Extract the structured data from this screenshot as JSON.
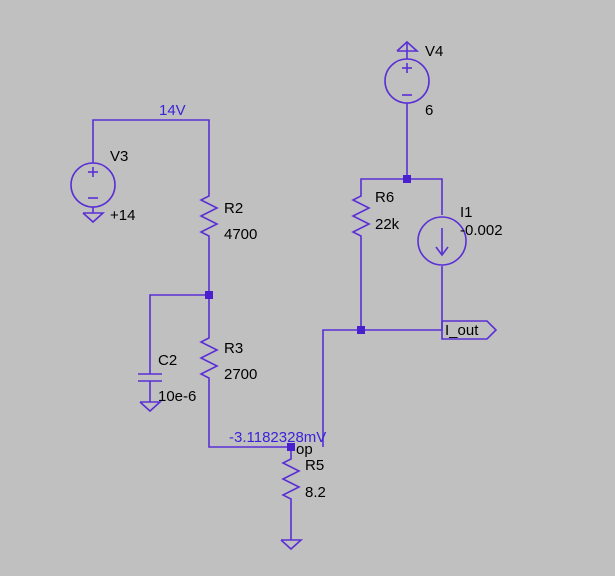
{
  "schematic": {
    "net_labels": {
      "v14": "14V",
      "node_voltage": "-3.1182328mV"
    },
    "components": {
      "V3": {
        "name": "V3",
        "value": "+14"
      },
      "V4": {
        "name": "V4",
        "value": "6"
      },
      "R2": {
        "name": "R2",
        "value": "4700"
      },
      "R3": {
        "name": "R3",
        "value": "2700"
      },
      "R5": {
        "name": "R5",
        "value": "8.2"
      },
      "R6": {
        "name": "R6",
        "value": "22k"
      },
      "C2": {
        "name": "C2",
        "value": "10e-6"
      },
      "I1": {
        "name": "I1",
        "value": "-0.002"
      }
    },
    "ports": {
      "out": "I_out",
      "op": "op"
    },
    "colors": {
      "background": "#c0c0c0",
      "wire": "#5a2fd6",
      "net_label": "#3a22d8"
    }
  }
}
